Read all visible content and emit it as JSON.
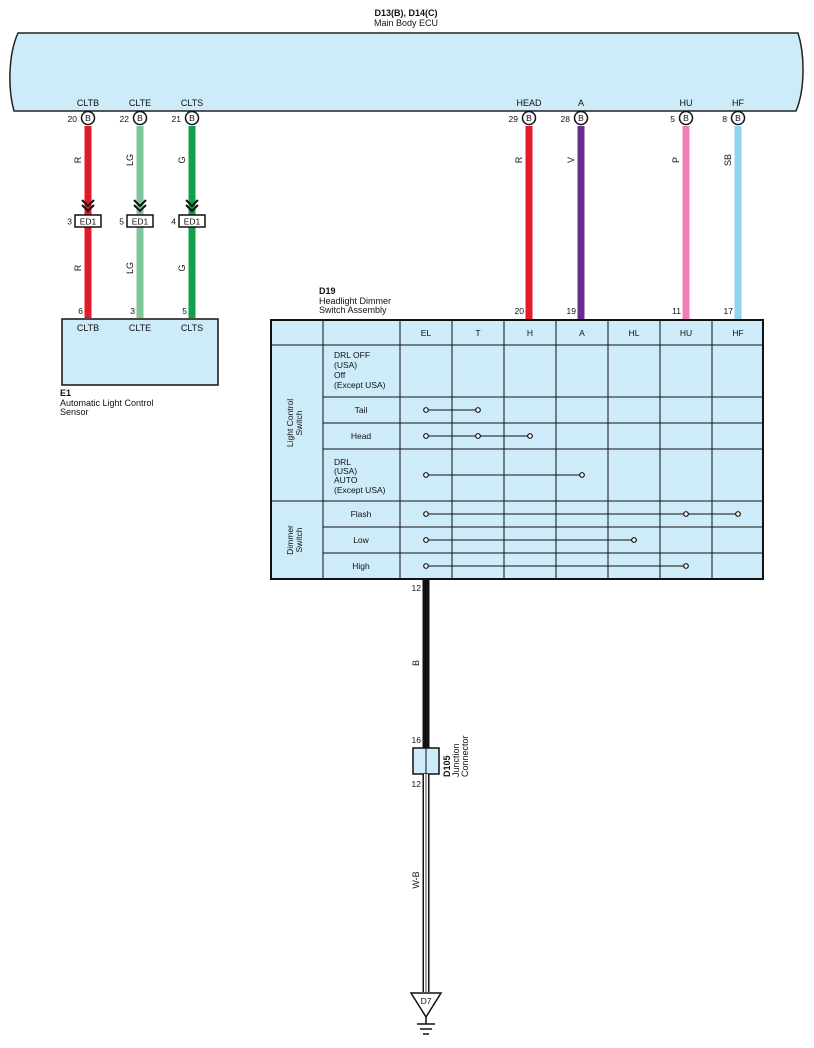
{
  "ecu": {
    "code": "D13(B), D14(C)",
    "name": "Main Body ECU"
  },
  "ecu_pins": [
    {
      "term": "CLTB",
      "num": "20",
      "conn": "B",
      "color": "R",
      "hex": "#e21b2a"
    },
    {
      "term": "CLTE",
      "num": "22",
      "conn": "B",
      "color": "LG",
      "hex": "#7fc79a"
    },
    {
      "term": "CLTS",
      "num": "21",
      "conn": "B",
      "color": "G",
      "hex": "#10a24a"
    },
    {
      "term": "HEAD",
      "num": "29",
      "conn": "B",
      "color": "R",
      "hex": "#e21b2a"
    },
    {
      "term": "A",
      "num": "28",
      "conn": "B",
      "color": "V",
      "hex": "#6b2c91"
    },
    {
      "term": "HU",
      "num": "5",
      "conn": "B",
      "color": "P",
      "hex": "#ee7fb8"
    },
    {
      "term": "HF",
      "num": "8",
      "conn": "B",
      "color": "SB",
      "hex": "#8fd3f0"
    }
  ],
  "junction_ed1": {
    "label": "ED1",
    "pins": [
      "3",
      "5",
      "4"
    ]
  },
  "sensor": {
    "code": "E1",
    "name_line1": "Automatic Light Control",
    "name_line2": "Sensor",
    "pins": [
      {
        "num": "6",
        "term": "CLTB"
      },
      {
        "num": "3",
        "term": "CLTE"
      },
      {
        "num": "5",
        "term": "CLTS"
      }
    ]
  },
  "switch": {
    "code": "D19",
    "name_line1": "Headlight Dimmer",
    "name_line2": "Switch Assembly",
    "pin_numbers": [
      "20",
      "19",
      "11",
      "17"
    ],
    "columns": [
      "EL",
      "T",
      "H",
      "A",
      "HL",
      "HU",
      "HF"
    ],
    "groups": [
      {
        "label_line1": "Light Control",
        "label_line2": "Switch"
      },
      {
        "label_line1": "Dimmer",
        "label_line2": "Switch"
      }
    ],
    "rows": [
      {
        "label": [
          "DRL OFF",
          "(USA)",
          "Off",
          "(Except USA)"
        ],
        "connects": []
      },
      {
        "label": [
          "Tail"
        ],
        "connects": [
          "EL",
          "T"
        ]
      },
      {
        "label": [
          "Head"
        ],
        "connects": [
          "EL",
          "T",
          "H"
        ]
      },
      {
        "label": [
          "DRL",
          "(USA)",
          "AUTO",
          "(Except USA)"
        ],
        "connects": [
          "EL",
          "A"
        ]
      },
      {
        "label": [
          "Flash"
        ],
        "connects": [
          "EL",
          "HU",
          "HF"
        ]
      },
      {
        "label": [
          "Low"
        ],
        "connects": [
          "EL",
          "HL"
        ]
      },
      {
        "label": [
          "High"
        ],
        "connects": [
          "EL",
          "HU"
        ]
      }
    ],
    "ground_pin": "12"
  },
  "ground_wire": {
    "upper_color": "B",
    "lower_color": "W-B"
  },
  "junction_connector": {
    "code": "D105",
    "name_line1": "Junction",
    "name_line2": "Connector",
    "pin_top": "16",
    "pin_bottom": "12"
  },
  "ground_point": {
    "code": "D7"
  }
}
